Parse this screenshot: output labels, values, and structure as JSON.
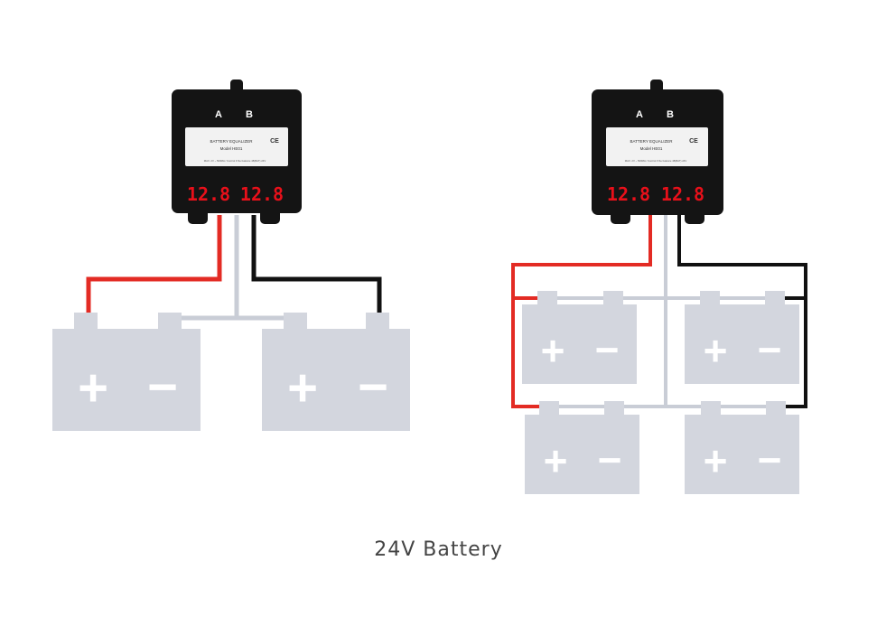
{
  "caption": "24V Battery",
  "colors": {
    "positive_wire": "#e32b24",
    "negative_wire": "#111111",
    "bus_wire": "#c9cdd6",
    "battery": "#d3d6de",
    "battery_symbol": "#ffffff",
    "device_body": "#141414",
    "display": "#e8101a",
    "label_bg": "#f2f2f2"
  },
  "equalizers": [
    {
      "channel_a": "A",
      "channel_b": "B",
      "label_line1": "BATTERY EQUALIZER",
      "label_line2": "Model HE01",
      "label_line3": "MAX. 2V ~ 500MA / Control if the balance 48(BAT) 24V",
      "ce_mark": "CE",
      "reading_a": "12.8",
      "reading_b": "12.8"
    },
    {
      "channel_a": "A",
      "channel_b": "B",
      "label_line1": "BATTERY EQUALIZER",
      "label_line2": "Model HE01",
      "label_line3": "MAX. 2V ~ 500MA / Control if the balance 48(BAT) 24V",
      "ce_mark": "CE",
      "reading_a": "12.8",
      "reading_b": "12.8"
    }
  ],
  "battery_symbols": {
    "plus": "+",
    "minus": "−"
  }
}
